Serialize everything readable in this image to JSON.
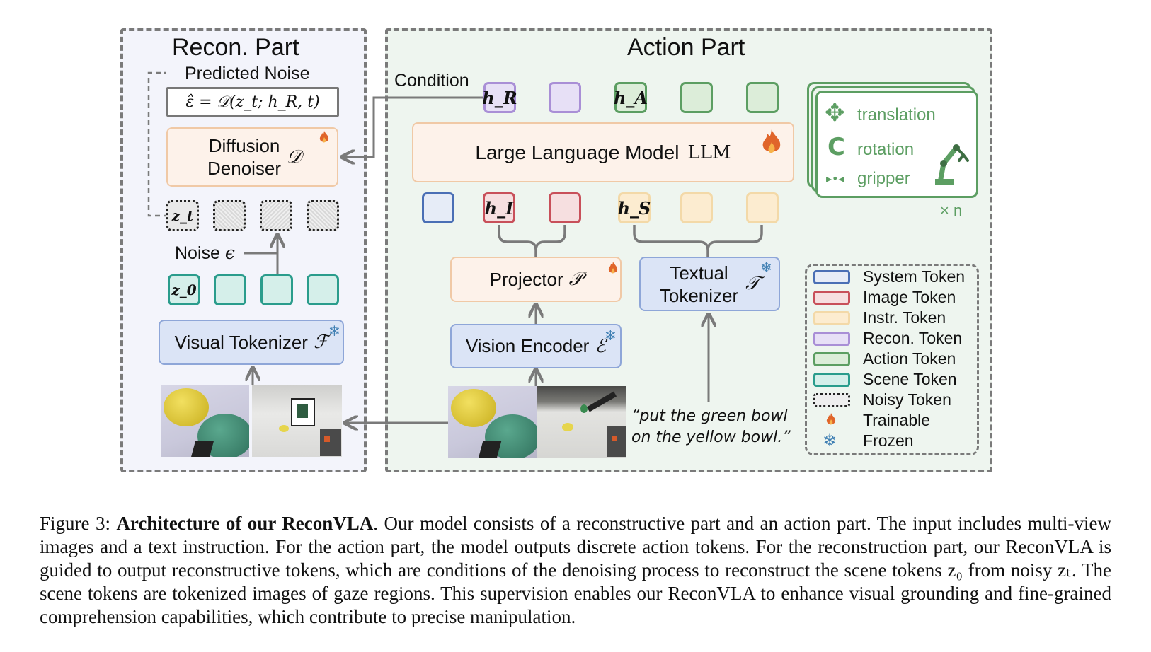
{
  "recon_part": {
    "title": "Recon.  Part",
    "predicted_noise_label": "Predicted Noise",
    "predicted_noise_formula": "ε̂ = 𝒟(z_t; h_R, t)",
    "diffusion_denoiser_line1": "Diffusion",
    "diffusion_denoiser_line2": "Denoiser",
    "diffusion_denoiser_symbol": "𝒟",
    "noisy_token_label": "z_t",
    "noise_label": "Noise",
    "noise_symbol": "ϵ",
    "scene_token_label": "z_0",
    "visual_tokenizer_label": "Visual Tokenizer",
    "visual_tokenizer_symbol": "ℱ"
  },
  "action_part": {
    "title": "Action Part",
    "condition_label": "Condition",
    "recon_token_label": "h_R",
    "action_token_label": "h_A",
    "llm_label": "Large Language Model",
    "llm_symbol": "LLM",
    "image_token_label": "h_I",
    "instr_token_label": "h_S",
    "projector_label": "Projector",
    "projector_symbol": "𝒫",
    "textual_tokenizer_line1": "Textual",
    "textual_tokenizer_line2": "Tokenizer",
    "textual_tokenizer_symbol": "𝒯",
    "vision_encoder_label": "Vision Encoder",
    "vision_encoder_symbol": "ℰ",
    "instruction_line1": "“put the green bowl",
    "instruction_line2": "on the yellow bowl.”",
    "action_card": {
      "translation": "translation",
      "rotation": "rotation",
      "gripper": "gripper",
      "multiplier": "× n"
    }
  },
  "legend": [
    {
      "label": "System Token",
      "color": "#4a6fb5",
      "fill": "#e6ecf7"
    },
    {
      "label": "Image Token",
      "color": "#c8505a",
      "fill": "#f6dfe0"
    },
    {
      "label": "Instr. Token",
      "color": "#f3d9a8",
      "fill": "#fcecd0"
    },
    {
      "label": "Recon. Token",
      "color": "#a98fd6",
      "fill": "#e7e0f6"
    },
    {
      "label": "Action Token",
      "color": "#5c9e62",
      "fill": "#dcedd9"
    },
    {
      "label": "Scene Token",
      "color": "#2a9c8c",
      "fill": "#d5efea"
    },
    {
      "label": "Noisy Token",
      "color": "#222222",
      "fill": "#eeeeee"
    },
    {
      "label": "Trainable",
      "color": "#e0652a",
      "fill": ""
    },
    {
      "label": "Frozen",
      "color": "#3f7fb3",
      "fill": ""
    }
  ],
  "caption": {
    "prefix": "Figure 3: ",
    "bold": "Architecture of our ReconVLA",
    "text": ". Our model consists of a reconstructive part and an action part. The input includes multi-view images and a text instruction. For the action part, the model outputs discrete action tokens. For the reconstruction part, our ReconVLA is guided to output reconstructive tokens, which are conditions of the denoising process to reconstruct the scene tokens z₀ from noisy zₜ. The scene tokens are tokenized images of gaze regions. This supervision enables our ReconVLA to enhance visual grounding and fine-grained comprehension capabilities, which contribute to precise manipulation."
  },
  "colors": {
    "recon_bg": "#f3f4fb",
    "action_bg": "#eef5ef",
    "panel_border": "#7a7a7a",
    "trainable_fill": "#fdf2ea",
    "trainable_border": "#f0c9a6",
    "frozen_fill": "#dbe4f6",
    "frozen_border": "#8ea6d8",
    "action_green": "#5c9e62"
  }
}
